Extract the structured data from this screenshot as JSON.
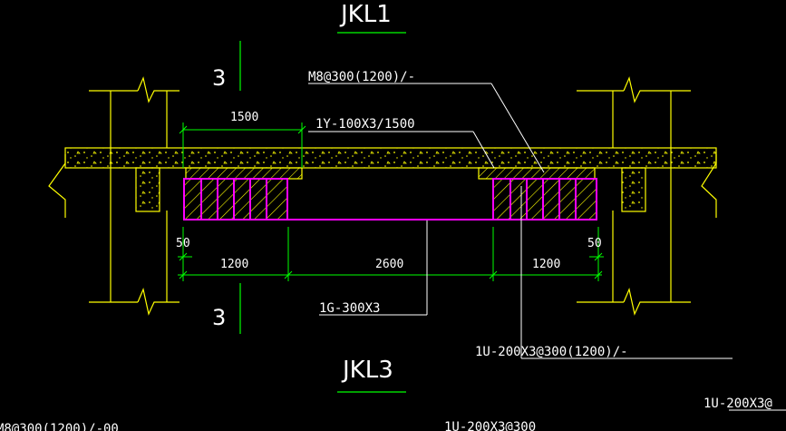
{
  "drawing": {
    "title_top": "JKL1",
    "title_bottom": "JKL3",
    "section_top_label": "3",
    "section_bottom_label": "3",
    "labels": {
      "mesh_top": "M8@300(1200)/-",
      "rebar_1y": "1Y-100X3/1500",
      "rebar_1g": "1G-300X3",
      "rebar_1u": "1U-200X3@300(1200)/-",
      "cut_right": "1U-200X3@",
      "cut_bottom": "1U-200X3@300",
      "cut_left": "M8@300(1200)/-00"
    },
    "dimensions": {
      "top_span": "1500",
      "left_offset": "50",
      "right_offset": "50",
      "left_span": "1200",
      "mid_span": "2600",
      "right_span": "1200"
    }
  },
  "colors": {
    "background": "#000000",
    "structure": "#ffff00",
    "dimension": "#00ff00",
    "leader": "#ffffff",
    "strengthening": "#ff00ff"
  }
}
